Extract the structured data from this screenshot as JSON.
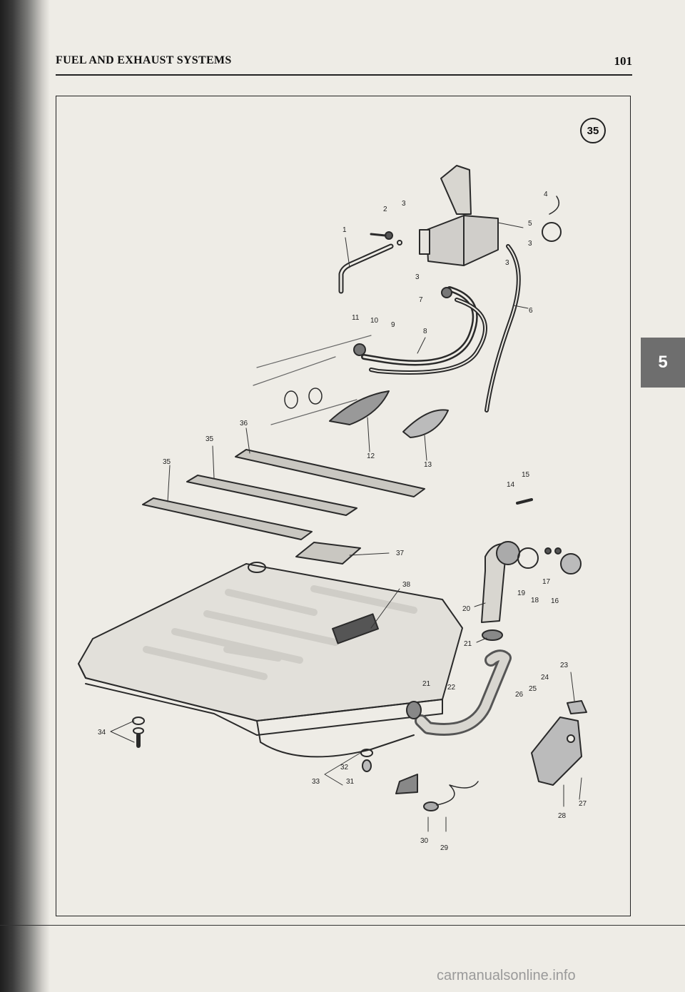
{
  "header": {
    "section_title": "FUEL AND EXHAUST SYSTEMS",
    "page_number": "101"
  },
  "thumb_tab": "5",
  "figure": {
    "badge": "35",
    "part_labels": [
      "1",
      "2",
      "3",
      "3",
      "3",
      "3",
      "4",
      "5",
      "6",
      "7",
      "8",
      "9",
      "10",
      "11",
      "12",
      "13",
      "14",
      "15",
      "16",
      "17",
      "18",
      "19",
      "20",
      "21",
      "21",
      "22",
      "23",
      "24",
      "25",
      "26",
      "27",
      "28",
      "29",
      "30",
      "31",
      "32",
      "33",
      "34",
      "35",
      "35",
      "36",
      "37",
      "38"
    ]
  },
  "watermark": "carmanualsonline.info"
}
